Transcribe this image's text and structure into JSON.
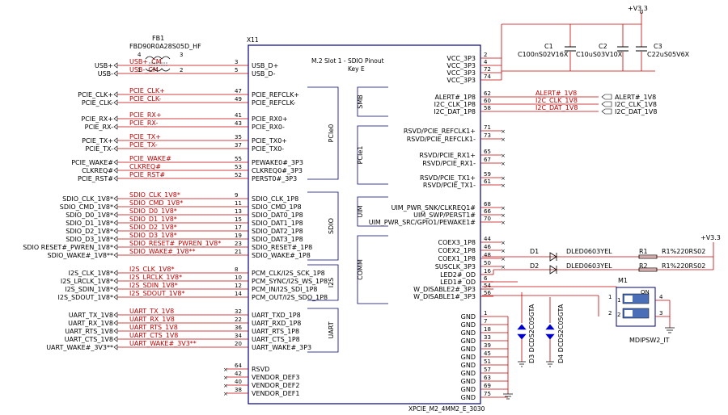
{
  "part": {
    "ref": "X11",
    "value": "XPCIE_M2_4MM2_E_3030",
    "title": "M.2 Slot 1 - SDIO Pinout",
    "subtitle": "Key E",
    "groups": [
      "PCIe0",
      "SDIO",
      "I2S",
      "UART",
      "SMB",
      "PCIe1",
      "UIM",
      "COMM"
    ]
  },
  "left_pins": [
    {
      "name": "USB_D+",
      "num": "3",
      "net": "USB+_CM",
      "port": "USB+"
    },
    {
      "name": "USB_D-",
      "num": "5",
      "net": "USB-_CM",
      "port": "USB-"
    },
    {
      "name": "PCIE_REFCLK+",
      "num": "47",
      "net": "PCIE_CLK+",
      "port": "PCIE_CLK+"
    },
    {
      "name": "PCIE_REFCLK-",
      "num": "49",
      "net": "PCIE_CLK-",
      "port": "PCIE_CLK-"
    },
    {
      "name": "PCIE_RX0+",
      "num": "41",
      "net": "PCIE_RX+",
      "port": "PCIE_RX+"
    },
    {
      "name": "PCIE_RX0-",
      "num": "43",
      "net": "PCIE_RX-",
      "port": "PCIE_RX-"
    },
    {
      "name": "PCIE_TX0+",
      "num": "35",
      "net": "PCIE_TX+",
      "port": "PCIE_TX+"
    },
    {
      "name": "PCIE_TX0-",
      "num": "37",
      "net": "PCIE_TX-",
      "port": "PCIE_TX-"
    },
    {
      "name": "PEWAKE0#_3P3",
      "num": "55",
      "net": "PCIE_WAKE#",
      "port": "PCIE_WAKE#"
    },
    {
      "name": "CLKREQ0#_3P3",
      "num": "53",
      "net": "CLKREQ#",
      "port": "CLKREQ#"
    },
    {
      "name": "PERST0#_3P3",
      "num": "52",
      "net": "PCIE_RST#",
      "port": "PCIE_RST#"
    },
    {
      "name": "SDIO_CLK_1P8",
      "num": "9",
      "net": "SDIO_CLK_1V8*",
      "port": "SDIO_CLK_1V8*"
    },
    {
      "name": "SDIO_CMD_1P8",
      "num": "11",
      "net": "SDIO_CMD_1V8*",
      "port": "SDIO_CMD_1V8*"
    },
    {
      "name": "SDIO_DAT0_1P8",
      "num": "13",
      "net": "SDIO_D0_1V8*",
      "port": "SDIO_D0_1V8*"
    },
    {
      "name": "SDIO_DAT1_1P8",
      "num": "15",
      "net": "SDIO_D1_1V8*",
      "port": "SDIO_D1_1V8*"
    },
    {
      "name": "SDIO_DAT2_1P8",
      "num": "17",
      "net": "SDIO_D2_1V8*",
      "port": "SDIO_D2_1V8*"
    },
    {
      "name": "SDIO_DAT3_1P8",
      "num": "19",
      "net": "SDIO_D3_1V8*",
      "port": "SDIO_D3_1V8*"
    },
    {
      "name": "SDIO_RESET#_1P8",
      "num": "23",
      "net": "SDIO_RESET#_PWREN_1V8*",
      "port": "SDIO RESET#_PWREN_1V8*"
    },
    {
      "name": "SDIO_WAKE#_1P8",
      "num": "21",
      "net": "SDIO_WAKE#_1V8**",
      "port": "SDIO_WAKE#_1V8**"
    },
    {
      "name": "PCM_CLK/I2S_SCK_1P8",
      "num": "8",
      "net": "I2S_CLK_1V8*",
      "port": "I2S_CLK_1V8*"
    },
    {
      "name": "PCM_SYNC/I2S_WS_1P8",
      "num": "10",
      "net": "I2S_LRCLK_1V8*",
      "port": "I2S_LRCLK_1V8*"
    },
    {
      "name": "PCM_IN/I2S_SDI_1P8",
      "num": "12",
      "net": "I2S_SDIN_1V8*",
      "port": "I2S_SDIN_1V8*"
    },
    {
      "name": "PCM_OUT/I2S_SDO_1P8",
      "num": "14",
      "net": "I2S_SDOUT_1V8*",
      "port": "I2S_SDOUT_1V8*"
    },
    {
      "name": "UART_TXD_1P8",
      "num": "32",
      "net": "UART_TX_1V8",
      "port": "UART_TX_1V8"
    },
    {
      "name": "UART_RXD_1P8",
      "num": "22",
      "net": "UART_RX_1V8",
      "port": "UART_RX_1V8"
    },
    {
      "name": "UART_RTS_1P8",
      "num": "36",
      "net": "UART_RTS_1V8",
      "port": "UART_RTS_1V8"
    },
    {
      "name": "UART_CTS_1P8",
      "num": "34",
      "net": "UART_CTS_1V8",
      "port": "UART_CTS_1V8"
    },
    {
      "name": "UART_WAKE#_3P3",
      "num": "20",
      "net": "UART_WAKE#_3V3**",
      "port": "UART_WAKE#_3V3**"
    },
    {
      "name": "RSVD",
      "num": "64",
      "net": "",
      "port": ""
    },
    {
      "name": "VENDOR_DEF3",
      "num": "42",
      "net": "",
      "port": ""
    },
    {
      "name": "VENDOR_DEF2",
      "num": "40",
      "net": "",
      "port": ""
    },
    {
      "name": "VENDOR_DEF1",
      "num": "38",
      "net": "",
      "port": ""
    }
  ],
  "right_pins": [
    {
      "name": "VCC_3P3",
      "num": "2"
    },
    {
      "name": "VCC_3P3",
      "num": "4"
    },
    {
      "name": "VCC_3P3",
      "num": "72"
    },
    {
      "name": "VCC_3P3",
      "num": "74"
    },
    {
      "name": "ALERT#_1P8",
      "num": "62",
      "net": "ALERT#_1V8",
      "port": "ALERT#_1V8"
    },
    {
      "name": "I2C_CLK_1P8",
      "num": "60",
      "net": "I2C_CLK_1V8",
      "port": "I2C_CLK_1V8"
    },
    {
      "name": "I2C_DAT_1P8",
      "num": "58",
      "net": "I2C_DAT_1V8",
      "port": "I2C_DAT_1V8"
    },
    {
      "name": "RSVD/PCIE_REFCLK1+",
      "num": "71"
    },
    {
      "name": "RSVD/PCIE_REFCLK1-",
      "num": "73"
    },
    {
      "name": "RSVD/PCIE_RX1+",
      "num": "65"
    },
    {
      "name": "RSVD/PCIE_RX1-",
      "num": "67"
    },
    {
      "name": "RSVD/PCIE_TX1+",
      "num": "59"
    },
    {
      "name": "RSVD/PCIE_TX1-",
      "num": "61"
    },
    {
      "name": "UIM_PWR_SNK/CLKREQ1#",
      "num": "68"
    },
    {
      "name": "UIM_SWP/PERST1#",
      "num": "66"
    },
    {
      "name": "UIM_PWR_SRC/GPIO1/PEWAKE1#",
      "num": "70"
    },
    {
      "name": "COEX3_1P8",
      "num": "44"
    },
    {
      "name": "COEX2_1P8",
      "num": "46"
    },
    {
      "name": "COEX1_1P8",
      "num": "48"
    },
    {
      "name": "SUSCLK_3P3",
      "num": "50"
    },
    {
      "name": "LED2#_OD",
      "num": "16"
    },
    {
      "name": "LED1#_OD",
      "num": "6"
    },
    {
      "name": "W_DISABLE2#_3P3",
      "num": "54"
    },
    {
      "name": "W_DISABLE1#_3P3",
      "num": "56"
    },
    {
      "name": "GND",
      "num": "1"
    },
    {
      "name": "GND",
      "num": "7"
    },
    {
      "name": "GND",
      "num": "18"
    },
    {
      "name": "GND",
      "num": "33"
    },
    {
      "name": "GND",
      "num": "39"
    },
    {
      "name": "GND",
      "num": "45"
    },
    {
      "name": "GND",
      "num": "51"
    },
    {
      "name": "GND",
      "num": "57"
    },
    {
      "name": "GND",
      "num": "63"
    },
    {
      "name": "GND",
      "num": "69"
    },
    {
      "name": "GND",
      "num": "75"
    }
  ],
  "fb1": {
    "ref": "FB1",
    "value": "FBD90R0A28S05D_HF",
    "pins": [
      "4",
      "3",
      "1",
      "2"
    ]
  },
  "caps": [
    {
      "ref": "C1",
      "value": "C100nS02V16X"
    },
    {
      "ref": "C2",
      "value": "C10uS03V10X"
    },
    {
      "ref": "C3",
      "value": "C22uS05V6X"
    }
  ],
  "power": {
    "top": "+V3.3",
    "right": "+V3.3"
  },
  "leds": [
    {
      "ref": "D1",
      "value": "DLED0603YEL"
    },
    {
      "ref": "D2",
      "value": "DLED0603YEL"
    }
  ],
  "resistors": [
    {
      "ref": "R1",
      "value": "R1%220RS02"
    },
    {
      "ref": "R2",
      "value": "R1%220RS02"
    }
  ],
  "tvs": [
    {
      "ref": "D3",
      "value": "DCDS2C05GTA"
    },
    {
      "ref": "D4",
      "value": "DCDS2C05GTA"
    }
  ],
  "switch": {
    "ref": "M1",
    "value": "MDIPSW2_IT",
    "on": "ON",
    "pins": [
      "1",
      "2",
      "3",
      "4"
    ],
    "pos": [
      "1",
      "2"
    ]
  },
  "colors": {
    "wire": "#c00000",
    "ink": "#000000",
    "noconnect": "#d08000",
    "accent": "#0000ff"
  }
}
